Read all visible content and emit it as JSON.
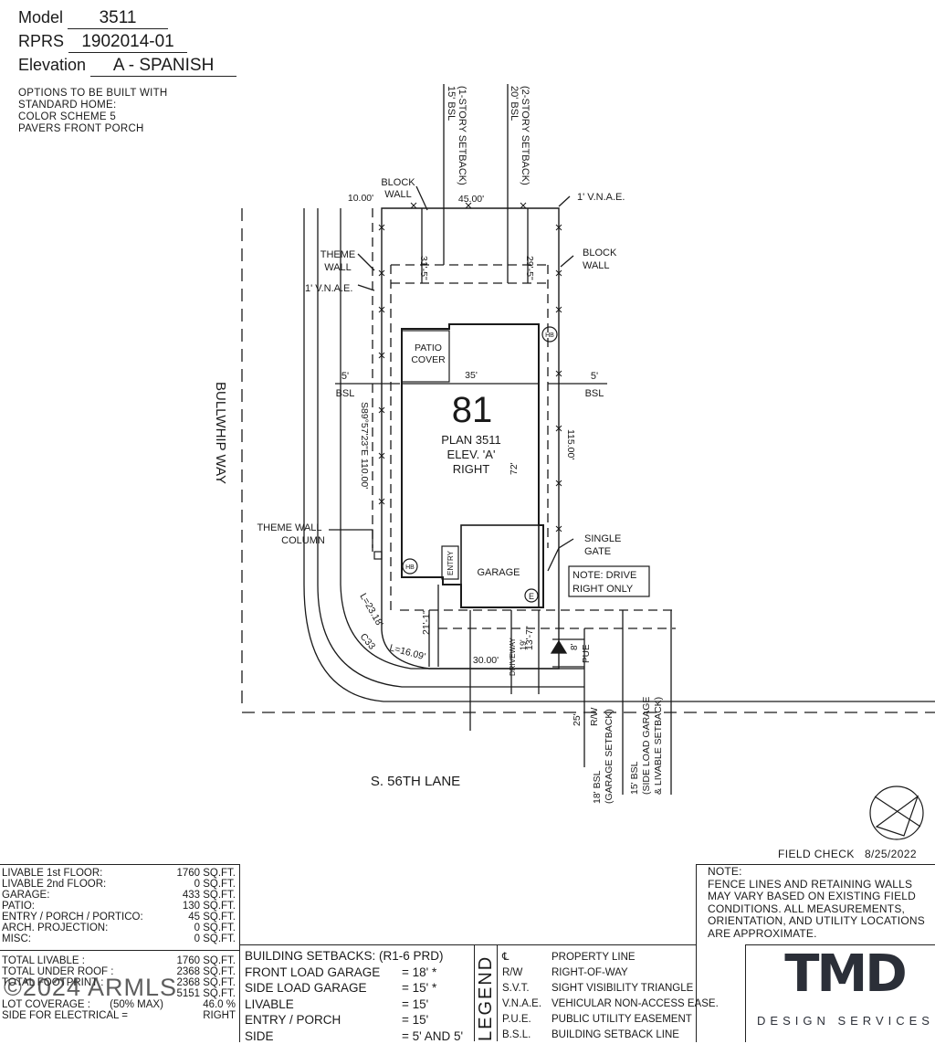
{
  "header": {
    "model_label": "Model",
    "model_value": "3511",
    "rprs_label": "RPRS",
    "rprs_value": "1902014-01",
    "elevation_label": "Elevation",
    "elevation_value": "A - SPANISH",
    "options": [
      "OPTIONS TO BE BUILT WITH",
      "STANDARD HOME:",
      "COLOR SCHEME 5",
      "PAVERS FRONT PORCH"
    ]
  },
  "plan": {
    "lot_number": "81",
    "plan_name": "PLAN 3511",
    "elevation": "ELEV. 'A'",
    "orientation": "RIGHT",
    "street_side": "BULLWHIP WAY",
    "street_front": "S. 56TH LANE",
    "labels": {
      "block_wall_top": [
        "BLOCK",
        "WALL"
      ],
      "block_wall_right": [
        "BLOCK",
        "WALL"
      ],
      "vnae_top": "1' V.N.A.E.",
      "vnae_left": "1' V.N.A.E.",
      "theme_wall": [
        "THEME",
        "WALL"
      ],
      "theme_wall_column": [
        "THEME WALL",
        "COLUMN"
      ],
      "setback_1_story": [
        "15' BSL",
        "(1-STORY SETBACK)"
      ],
      "setback_2_story": [
        "20' BSL",
        "(2-STORY SETBACK)"
      ],
      "patio_cover": [
        "PATIO",
        "COVER"
      ],
      "garage": "GARAGE",
      "entry": "ENTRY",
      "driveway": "DRIVEWAY",
      "single_gate": [
        "SINGLE",
        "GATE"
      ],
      "drive_note": [
        "NOTE: DRIVE",
        "RIGHT ONLY"
      ],
      "hb": "HB",
      "e": "E",
      "pue": "PUE",
      "rw": "R/W",
      "bsl": "BSL",
      "garage_setback": [
        "18' BSL",
        "(GARAGE SETBACK)"
      ],
      "side_setback": [
        "15' BSL",
        "(SIDE LOAD GARAGE",
        "& LIVABLE SETBACK)"
      ]
    },
    "dims": {
      "top_width": "45.00'",
      "top_left": "10.00'",
      "depth_right": "115.00'",
      "house_width": "35'",
      "house_depth": "72'",
      "left_bearing": "S89°57'23\"E  110.00'",
      "left_setback": "5'",
      "right_setback": "5'",
      "rear_1": "31'-5\"",
      "rear_2": "29'-5\"",
      "front_1": "21'-1\"",
      "front_2": "13'-7\"",
      "front_width": "30.00'",
      "driveway_width": "19'",
      "pue_width": "8'",
      "rw_depth": "25'",
      "curve_1": "L=23.18'",
      "curve_2": "C33",
      "curve_3": "L=16.09'"
    }
  },
  "field_check": {
    "label": "FIELD CHECK",
    "date": "8/25/2022"
  },
  "note": [
    "NOTE:",
    "FENCE LINES AND RETAINING WALLS",
    "MAY VARY BASED ON EXISTING FIELD",
    "CONDITIONS.  ALL MEASUREMENTS,",
    "ORIENTATION, AND UTILITY LOCATIONS",
    "ARE APPROXIMATE."
  ],
  "areas": [
    {
      "label": "LIVABLE 1st FLOOR:",
      "value": "1760 SQ.FT."
    },
    {
      "label": "LIVABLE 2nd FLOOR:",
      "value": "0 SQ.FT."
    },
    {
      "label": "GARAGE:",
      "value": "433 SQ.FT."
    },
    {
      "label": "PATIO:",
      "value": "130 SQ.FT."
    },
    {
      "label": "ENTRY / PORCH / PORTICO:",
      "value": "45 SQ.FT."
    },
    {
      "label": "ARCH. PROJECTION:",
      "value": "0 SQ.FT."
    },
    {
      "label": "MISC:",
      "value": "0 SQ.FT."
    }
  ],
  "totals": [
    {
      "label": "TOTAL LIVABLE :",
      "value": "1760 SQ.FT."
    },
    {
      "label": "TOTAL UNDER ROOF :",
      "value": "2368 SQ.FT."
    },
    {
      "label": "TOTAL FOOTPRINT :",
      "value": "2368 SQ.FT."
    },
    {
      "label": "",
      "value": "5151 SQ.FT."
    },
    {
      "label": "LOT COVERAGE :",
      "mid": "(50% MAX)",
      "value": "46.0 %"
    },
    {
      "label": "SIDE FOR ELECTRICAL =",
      "value": "RIGHT"
    }
  ],
  "watermark": "©2024 ARMLS",
  "setbacks": {
    "title": "BUILDING SETBACKS: (R1-6 PRD)",
    "rows": [
      {
        "label": "FRONT LOAD GARAGE",
        "value": "= 18' *"
      },
      {
        "label": "SIDE LOAD GARAGE",
        "value": "= 15' *"
      },
      {
        "label": "LIVABLE",
        "value": "= 15'"
      },
      {
        "label": "ENTRY / PORCH",
        "value": "= 15'"
      },
      {
        "label": "SIDE",
        "value": "= 5' AND 5'"
      }
    ]
  },
  "legend": {
    "title": "LEGEND",
    "rows": [
      {
        "abbr": "℄",
        "desc": "PROPERTY LINE"
      },
      {
        "abbr": "R/W",
        "desc": "RIGHT-OF-WAY"
      },
      {
        "abbr": "S.V.T.",
        "desc": "SIGHT VISIBILITY TRIANGLE"
      },
      {
        "abbr": "V.N.A.E.",
        "desc": "VEHICULAR NON-ACCESS EASE."
      },
      {
        "abbr": "P.U.E.",
        "desc": "PUBLIC UTILITY EASEMENT"
      },
      {
        "abbr": "B.S.L.",
        "desc": "BUILDING SETBACK LINE"
      }
    ]
  },
  "logo": {
    "text": "TMD",
    "sub": "DESIGN SERVICES"
  },
  "colors": {
    "line": "#1a1a1a",
    "logo": "#2b2f38"
  }
}
